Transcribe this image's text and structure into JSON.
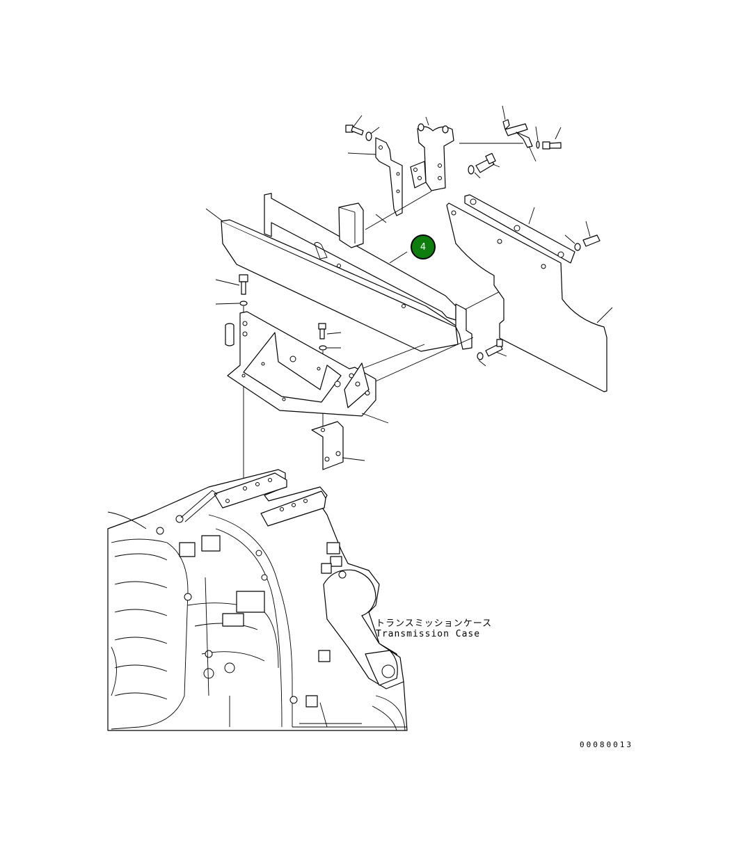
{
  "callout": {
    "number": "4",
    "color": "#0d7d0d"
  },
  "labels": {
    "case_jp": "トランスミッションケース",
    "case_en": "Transmission Case",
    "drawing_number": "00080013"
  },
  "colors": {
    "line": "#000000",
    "background": "#ffffff"
  }
}
